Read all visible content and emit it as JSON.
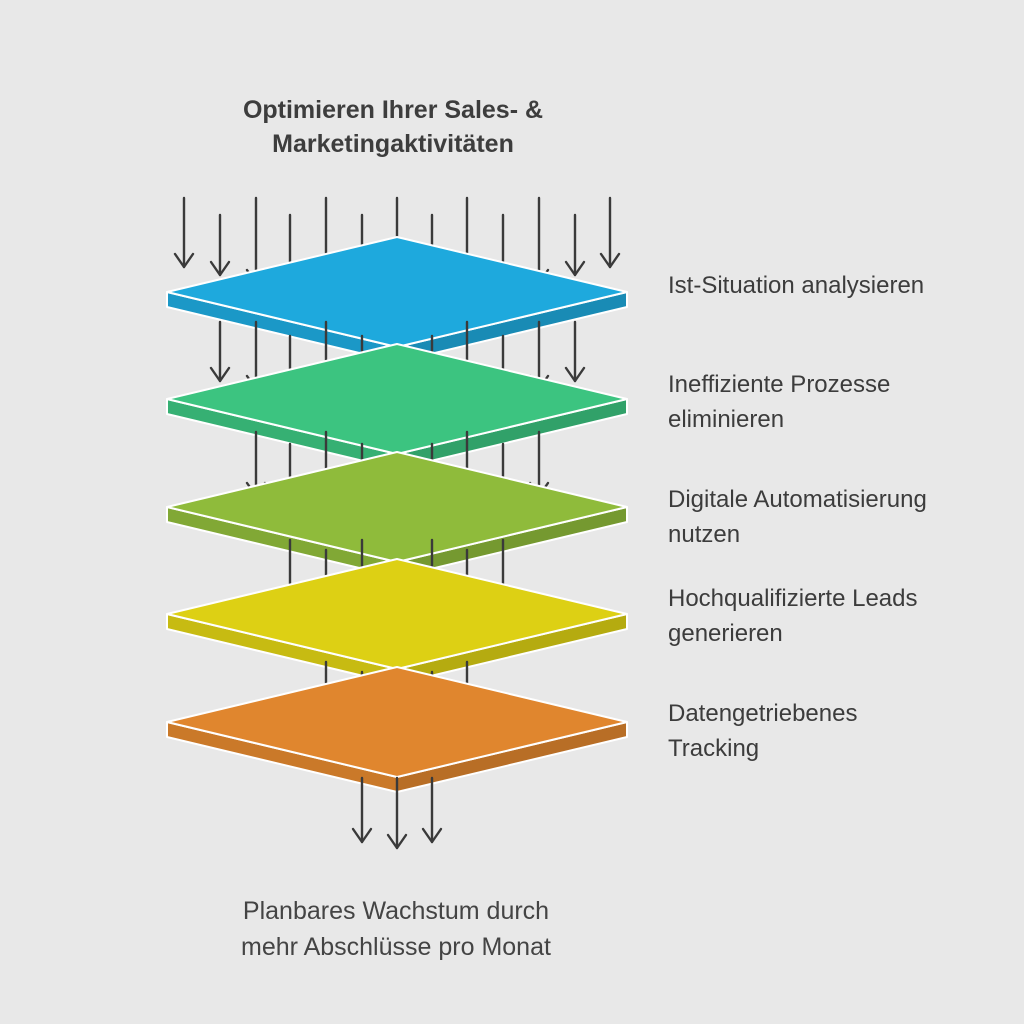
{
  "title": {
    "line1": "Optimieren Ihrer Sales- &",
    "line2": "Marketingaktivitäten"
  },
  "layers": [
    {
      "line1": "Ist-Situation analysieren",
      "line2": "",
      "color": "#1ea9dd"
    },
    {
      "line1": "Ineffiziente Prozesse",
      "line2": "eliminieren",
      "color": "#3cc480"
    },
    {
      "line1": "Digitale Automatisierung",
      "line2": "nutzen",
      "color": "#8fbb3b"
    },
    {
      "line1": "Hochqualifizierte Leads",
      "line2": "generieren",
      "color": "#ddd014"
    },
    {
      "line1": "Datengetriebenes",
      "line2": "Tracking",
      "color": "#e0862e"
    }
  ],
  "outcome": {
    "line1": "Planbares Wachstum durch",
    "line2": "mehr Abschlüsse pro Monat"
  },
  "arrow_color": "#3a3a3a"
}
